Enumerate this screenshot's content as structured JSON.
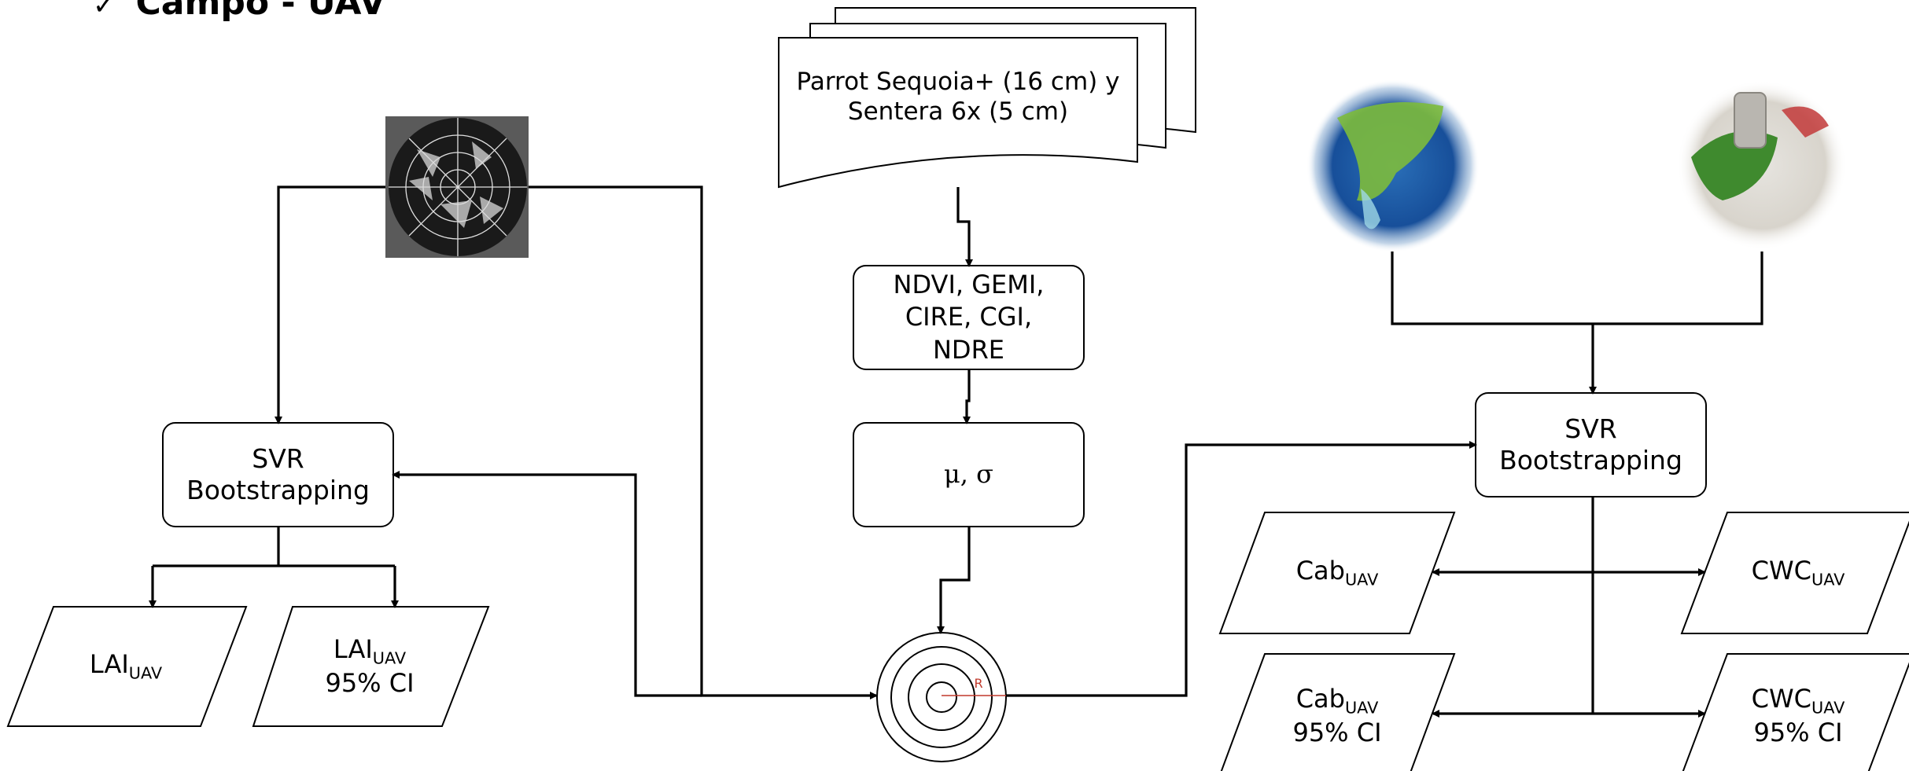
{
  "header": {
    "check": "✓",
    "title": "Campo - UAV"
  },
  "sensor": {
    "line1": "Parrot Sequoia+ (16 cm) y",
    "line2": "Sentera 6x (5 cm)"
  },
  "indices": {
    "line1": "NDVI, GEMI,",
    "line2": "CIRE, CGI,",
    "line3": "NDRE"
  },
  "stats": {
    "label": "μ, σ"
  },
  "svr_left": {
    "line1": "SVR",
    "line2": "Bootstrapping"
  },
  "svr_right": {
    "line1": "SVR",
    "line2": "Bootstrapping"
  },
  "outputs": {
    "lai": {
      "base": "LAI",
      "sub": "UAV"
    },
    "lai_ci": {
      "base": "LAI",
      "sub": "UAV",
      "line2": "95% CI"
    },
    "cab": {
      "base": "Cab",
      "sub": "UAV"
    },
    "cab_ci": {
      "base": "Cab",
      "sub": "UAV",
      "line2": "95% CI"
    },
    "cwc": {
      "base": "CWC",
      "sub": "UAV"
    },
    "cwc_ci": {
      "base": "CWC",
      "sub": "UAV",
      "line2": "95% CI"
    }
  },
  "target": {
    "radius_label": "R"
  },
  "colors": {
    "line": "#000000",
    "accent_red": "#c0392b",
    "photo_bg": "#5a5a5a"
  }
}
